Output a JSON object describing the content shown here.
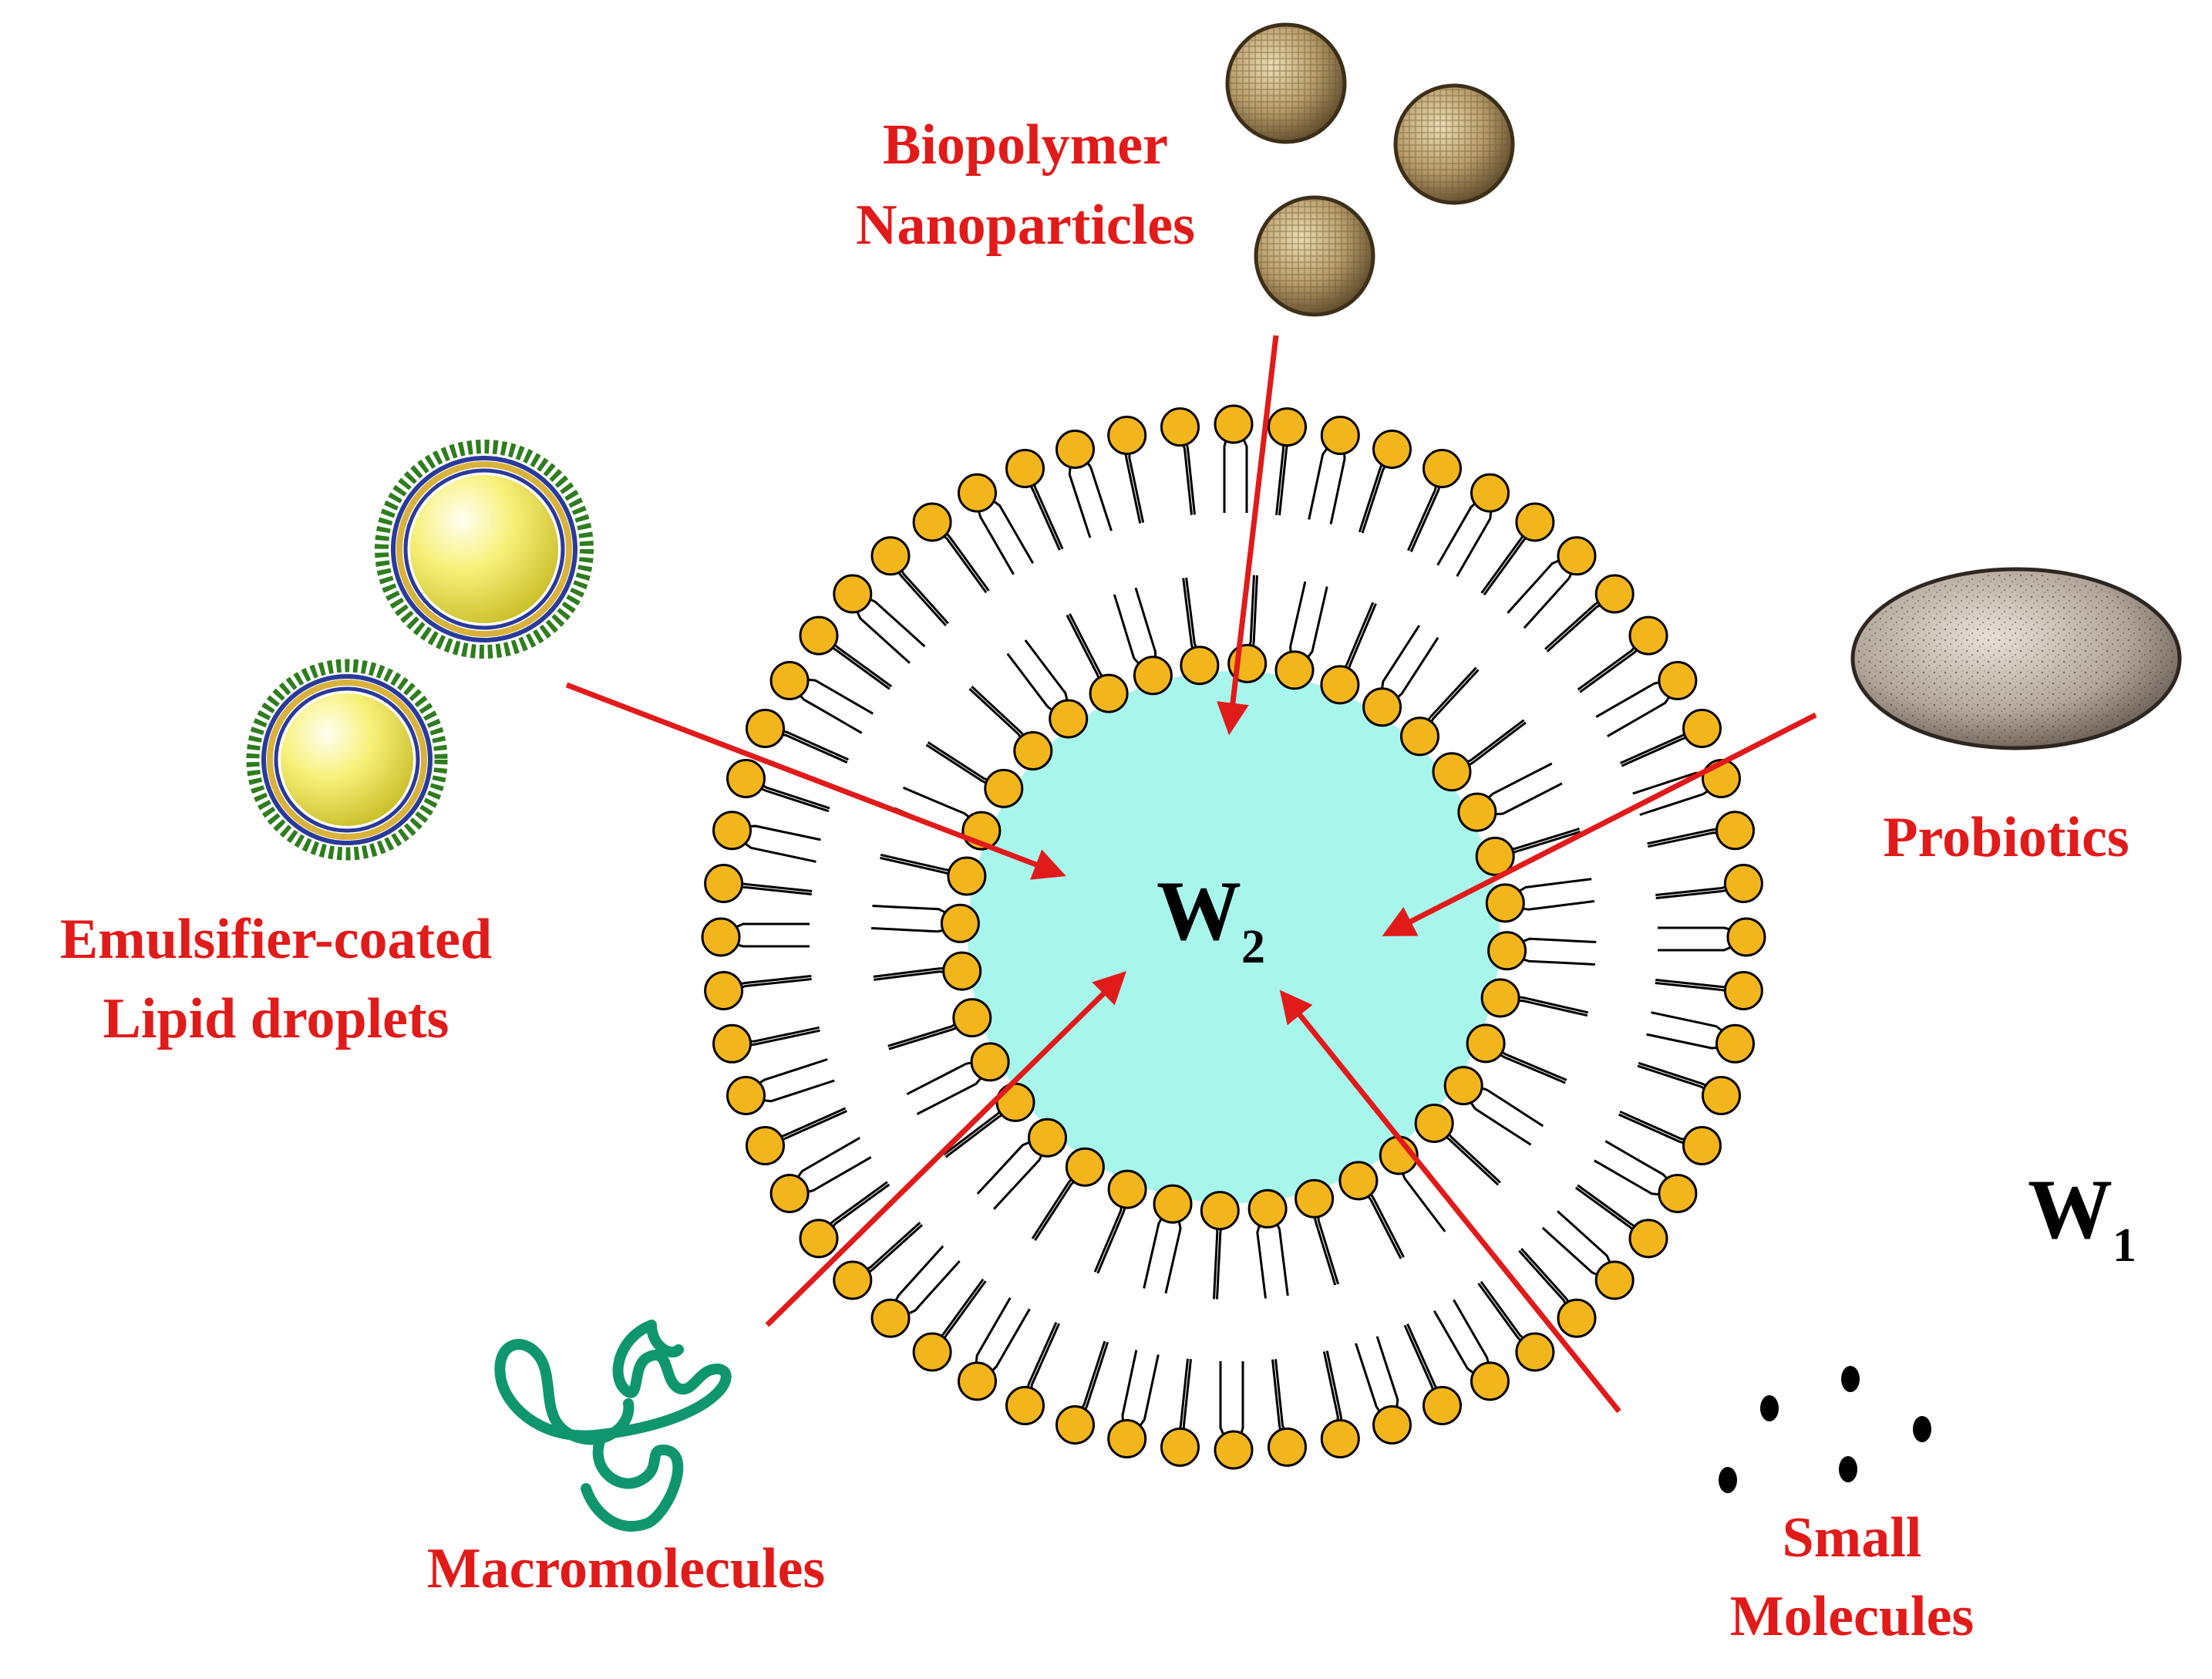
{
  "labels": {
    "biopolymer_line1": "Biopolymer",
    "biopolymer_line2": "Nanoparticles",
    "emulsifier_line1": "Emulsifier-coated",
    "emulsifier_line2": "Lipid droplets",
    "probiotics": "Probiotics",
    "macromolecules": "Macromolecules",
    "small_line1": "Small",
    "small_line2": "Molecules",
    "w2_main": "W",
    "w2_sub": "2",
    "w1_main": "W",
    "w1_sub": "1"
  },
  "colors": {
    "label_red": "#e11a1a",
    "arrow_red": "#e11a1a",
    "inner_water": "#a8f5ec",
    "head_fill": "#f3b51c",
    "head_stroke": "#000000",
    "tail_stroke": "#000000",
    "macromolecule": "#10966e",
    "lipid_core": "#f7f17a",
    "emulsifier_green": "#2f7d1e",
    "emulsifier_blue": "#2a3a9a",
    "emulsifier_gold": "#d8b23c",
    "biopolymer_particle": "#b89d6a",
    "probiotic": "#8f8175"
  }
}
